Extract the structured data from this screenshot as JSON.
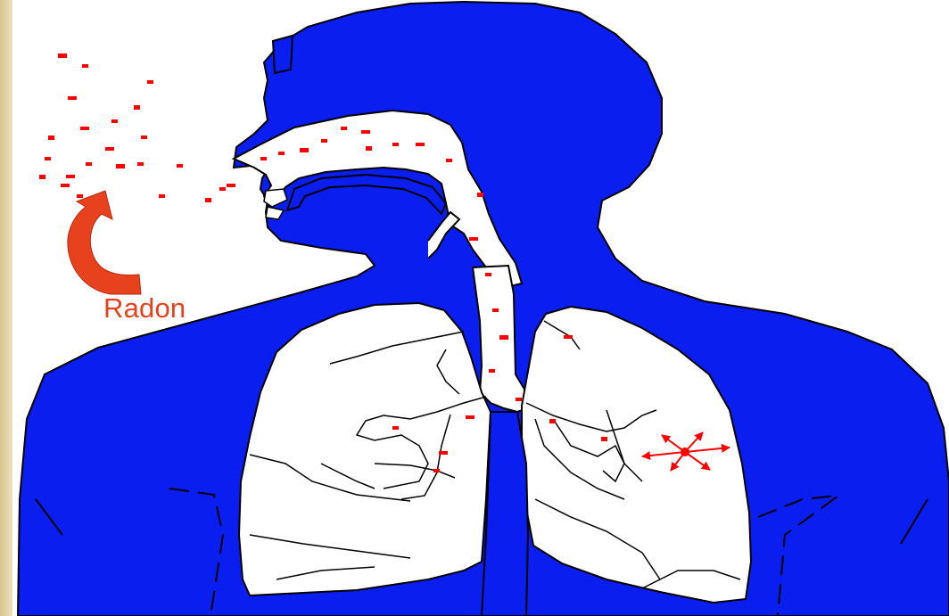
{
  "diagram": {
    "label": "Radon",
    "colors": {
      "body": "#0a1ef0",
      "outline": "#000000",
      "lung": "#ffffff",
      "particle": "#ff0000",
      "arrow": "#e8411d",
      "background_left": "#e8d7a8"
    },
    "parts": [
      "head-and-torso",
      "nasal-airway",
      "trachea",
      "left-lung",
      "right-lung",
      "bronchi",
      "radon-particles",
      "radon-arrow",
      "particle-burst"
    ]
  }
}
